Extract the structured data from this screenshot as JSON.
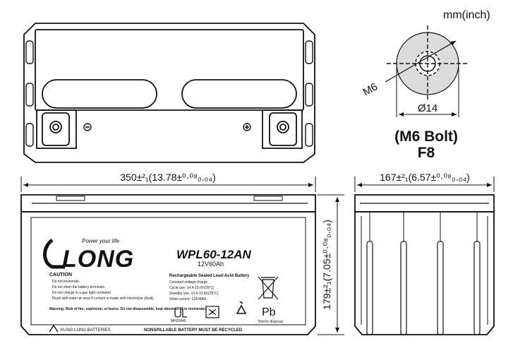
{
  "unit_note": "mm(inch)",
  "terminal": {
    "thread": "M6",
    "diameter": "Ø14",
    "name": "(M6 Bolt)",
    "code": "F8"
  },
  "dimensions": {
    "length": "350±²₁(13.78±⁰·⁰⁸₀.₀₄)",
    "width": "167±²₁(6.57±⁰·⁰⁸₀.₀₄)",
    "height": "179±²₁(7.05±⁰·⁰⁸₀.₀₄)"
  },
  "label": {
    "brand": "LONG",
    "tagline": "Power your life",
    "model": "WPL60-12AN",
    "rating": "12V60Ah",
    "caution_title": "CAUTION",
    "caution_lines": [
      "Do not incinerate.",
      "Do not short the battery terminals.",
      "Do not charge in a gas tight container.",
      "Flush with water at once if contact is made with electrolyte (Acid)."
    ],
    "warning": "Warning: Risk of fire, explosion, or burns. Do not disassemble, heat above 60°C or incinerate.",
    "spec_title": "Rechargeable Sealed Lead-Acid Battery",
    "spec_lines": [
      "Constant voltage charge",
      "Cycle use: 14.4-15.0V(25°C)",
      "Standby use: 13.6-13.8V(25°C)",
      "Initial current: 12A MAX"
    ],
    "maker": "KUNG LONG BATTERIES",
    "recycle": "NONSPILLABLE  BATTERY MUST BE RECYCLED",
    "pb": "Pb",
    "ul_code": "MH20845",
    "disposal": "Not for disposal"
  }
}
